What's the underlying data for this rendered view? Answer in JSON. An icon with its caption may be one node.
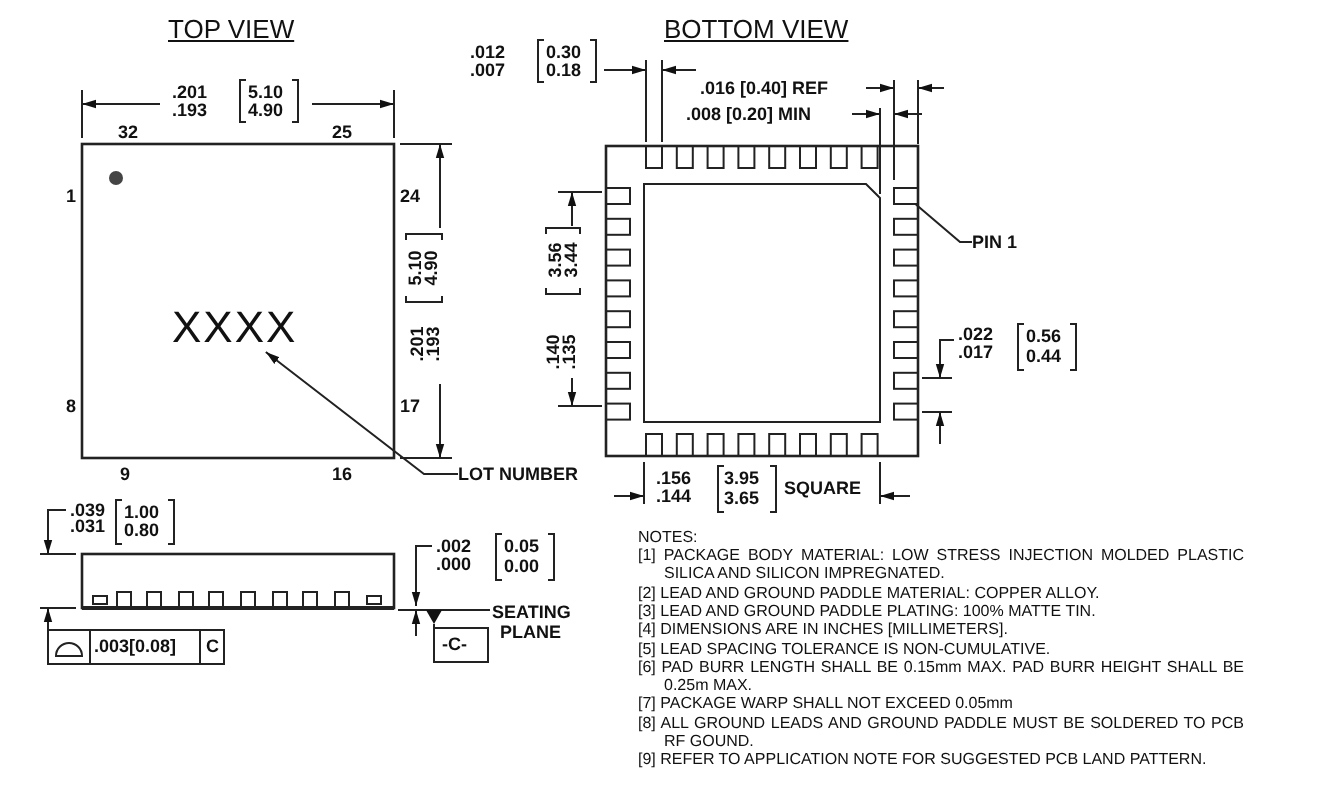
{
  "diagram": {
    "nodes": [
      {
        "text": [
          "XXXX"
        ]
      },
      {
        "text": [
          "LOT NUMBER"
        ]
      },
      {
        "text": [
          "PIN 1"
        ]
      },
      {
        "text": [],
        "shape": "box"
      }
    ],
    "edges": [
      {
        "from": 1,
        "to": 0,
        "arrow": "to"
      },
      {
        "from": 2,
        "to": 3,
        "arrow": "none"
      }
    ],
    "labels": [
      "TOP VIEW",
      "BOTTOM VIEW",
      ".012",
      ".007",
      "0.30",
      "0.18",
      ".016 [0.40] REF",
      ".008 [0.20] MIN",
      ".201",
      ".193",
      "5.10",
      "4.90",
      "32",
      "25",
      "1",
      "24",
      "5.10",
      "4.90",
      ".201",
      ".193",
      "3.56",
      "3.44",
      ".140",
      ".135",
      "8",
      "17",
      "9",
      "16",
      ".022",
      ".017",
      "0.56",
      "0.44",
      ".156",
      ".144",
      "3.95",
      "3.65",
      "SQUARE",
      ".039",
      ".031",
      "1.00",
      "0.80",
      ".002",
      ".000",
      "0.05",
      "0.00",
      "SEATING",
      "PLANE",
      ".003[0.08]",
      "C",
      "-C-",
      "NOTES:",
      "[1] PACKAGE BODY MATERIAL: LOW STRESS INJECTION MOLDED PLASTIC SILICA AND SILICON IMPREGNATED.",
      "[2] LEAD AND GROUND PADDLE MATERIAL: COPPER ALLOY.",
      "[3] LEAD AND GROUND PADDLE PLATING: 100% MATTE TIN.",
      "[4] DIMENSIONS ARE IN INCHES [MILLIMETERS].",
      "[5] LEAD SPACING TOLERANCE IS NON-CUMULATIVE.",
      "[6] PAD BURR LENGTH SHALL BE 0.15mm MAX. PAD BURR HEIGHT SHALL BE 0.25m MAX.",
      "[7] PACKAGE WARP SHALL NOT EXCEED 0.05mm",
      "[8] ALL GROUND LEADS AND GROUND PADDLE MUST BE SOLDERED TO PCB RF GOUND.",
      "[9] REFER TO APPLICATION NOTE FOR SUGGESTED PCB LAND PATTERN."
    ]
  }
}
